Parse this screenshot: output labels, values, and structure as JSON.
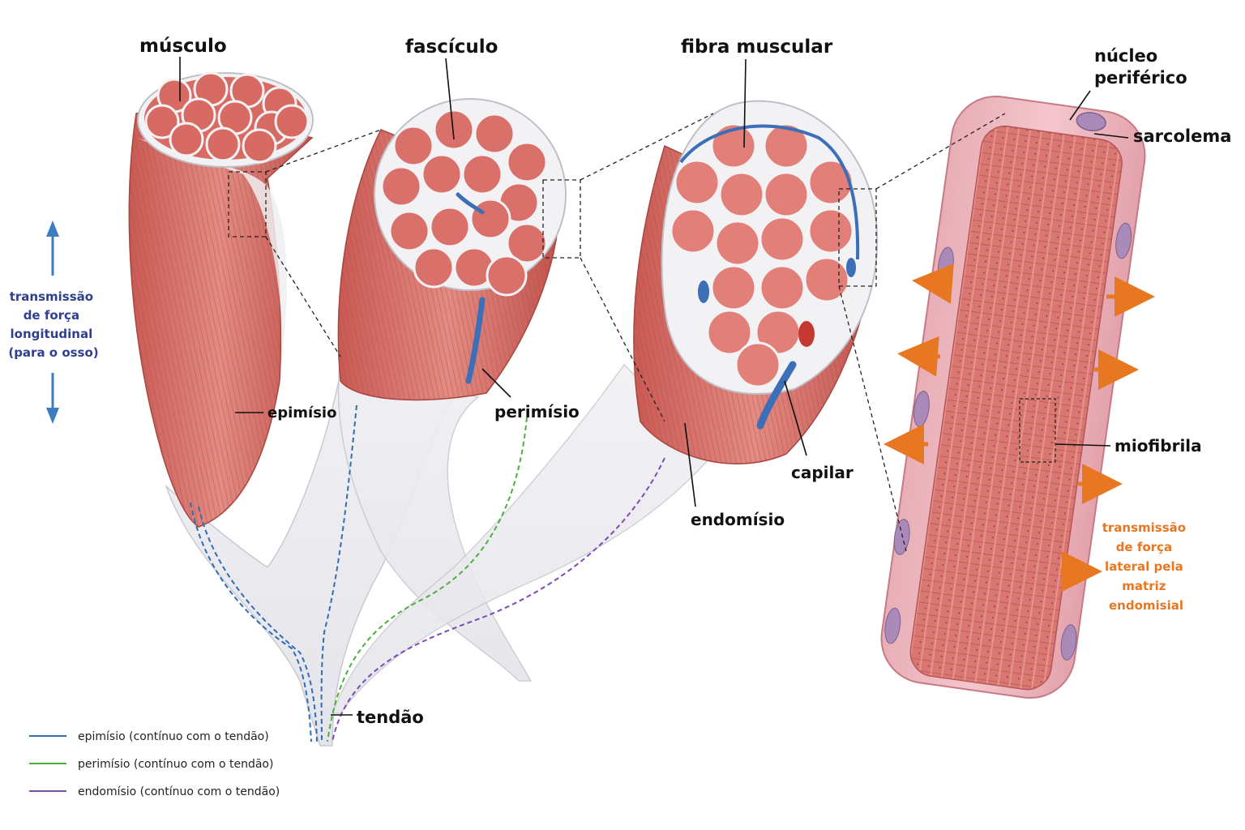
{
  "labels": {
    "musculo": "músculo",
    "fasciculo": "fascículo",
    "fibra_muscular": "fibra muscular",
    "nucleo_periferico": [
      "núcleo",
      "periférico"
    ],
    "sarcolema": "sarcolema",
    "epimisio": "epimísio",
    "perimisio": "perimísio",
    "endomisio": "endomísio",
    "capilar": "capilar",
    "miofibrila": "miofibrila",
    "tendao": "tendão"
  },
  "force_longitudinal": {
    "lines": [
      "transmissão",
      "de força",
      "longitudinal",
      "(para o osso)"
    ],
    "color": "#2e3f8f"
  },
  "force_lateral": {
    "lines": [
      "transmissão",
      "de força",
      "lateral pela",
      "matriz",
      "endomisial"
    ],
    "color": "#e87722"
  },
  "legend": [
    {
      "text": "epimísio (contínuo com o tendão)",
      "color": "#2f6db5"
    },
    {
      "text": "perimísio (contínuo com o tendão)",
      "color": "#4caf3f"
    },
    {
      "text": "endomísio (contínuo com o tendão)",
      "color": "#7a4bb5"
    }
  ],
  "colors": {
    "muscle": "#d9716a",
    "muscle_dark": "#b84c47",
    "muscle_light": "#f0a8a0",
    "tissue": "#eeeef2",
    "vessel_blue": "#3d6fb8",
    "vessel_red": "#c43a33",
    "nucleus": "#a98ab8",
    "arrow_blue": "#3d7cc2"
  }
}
